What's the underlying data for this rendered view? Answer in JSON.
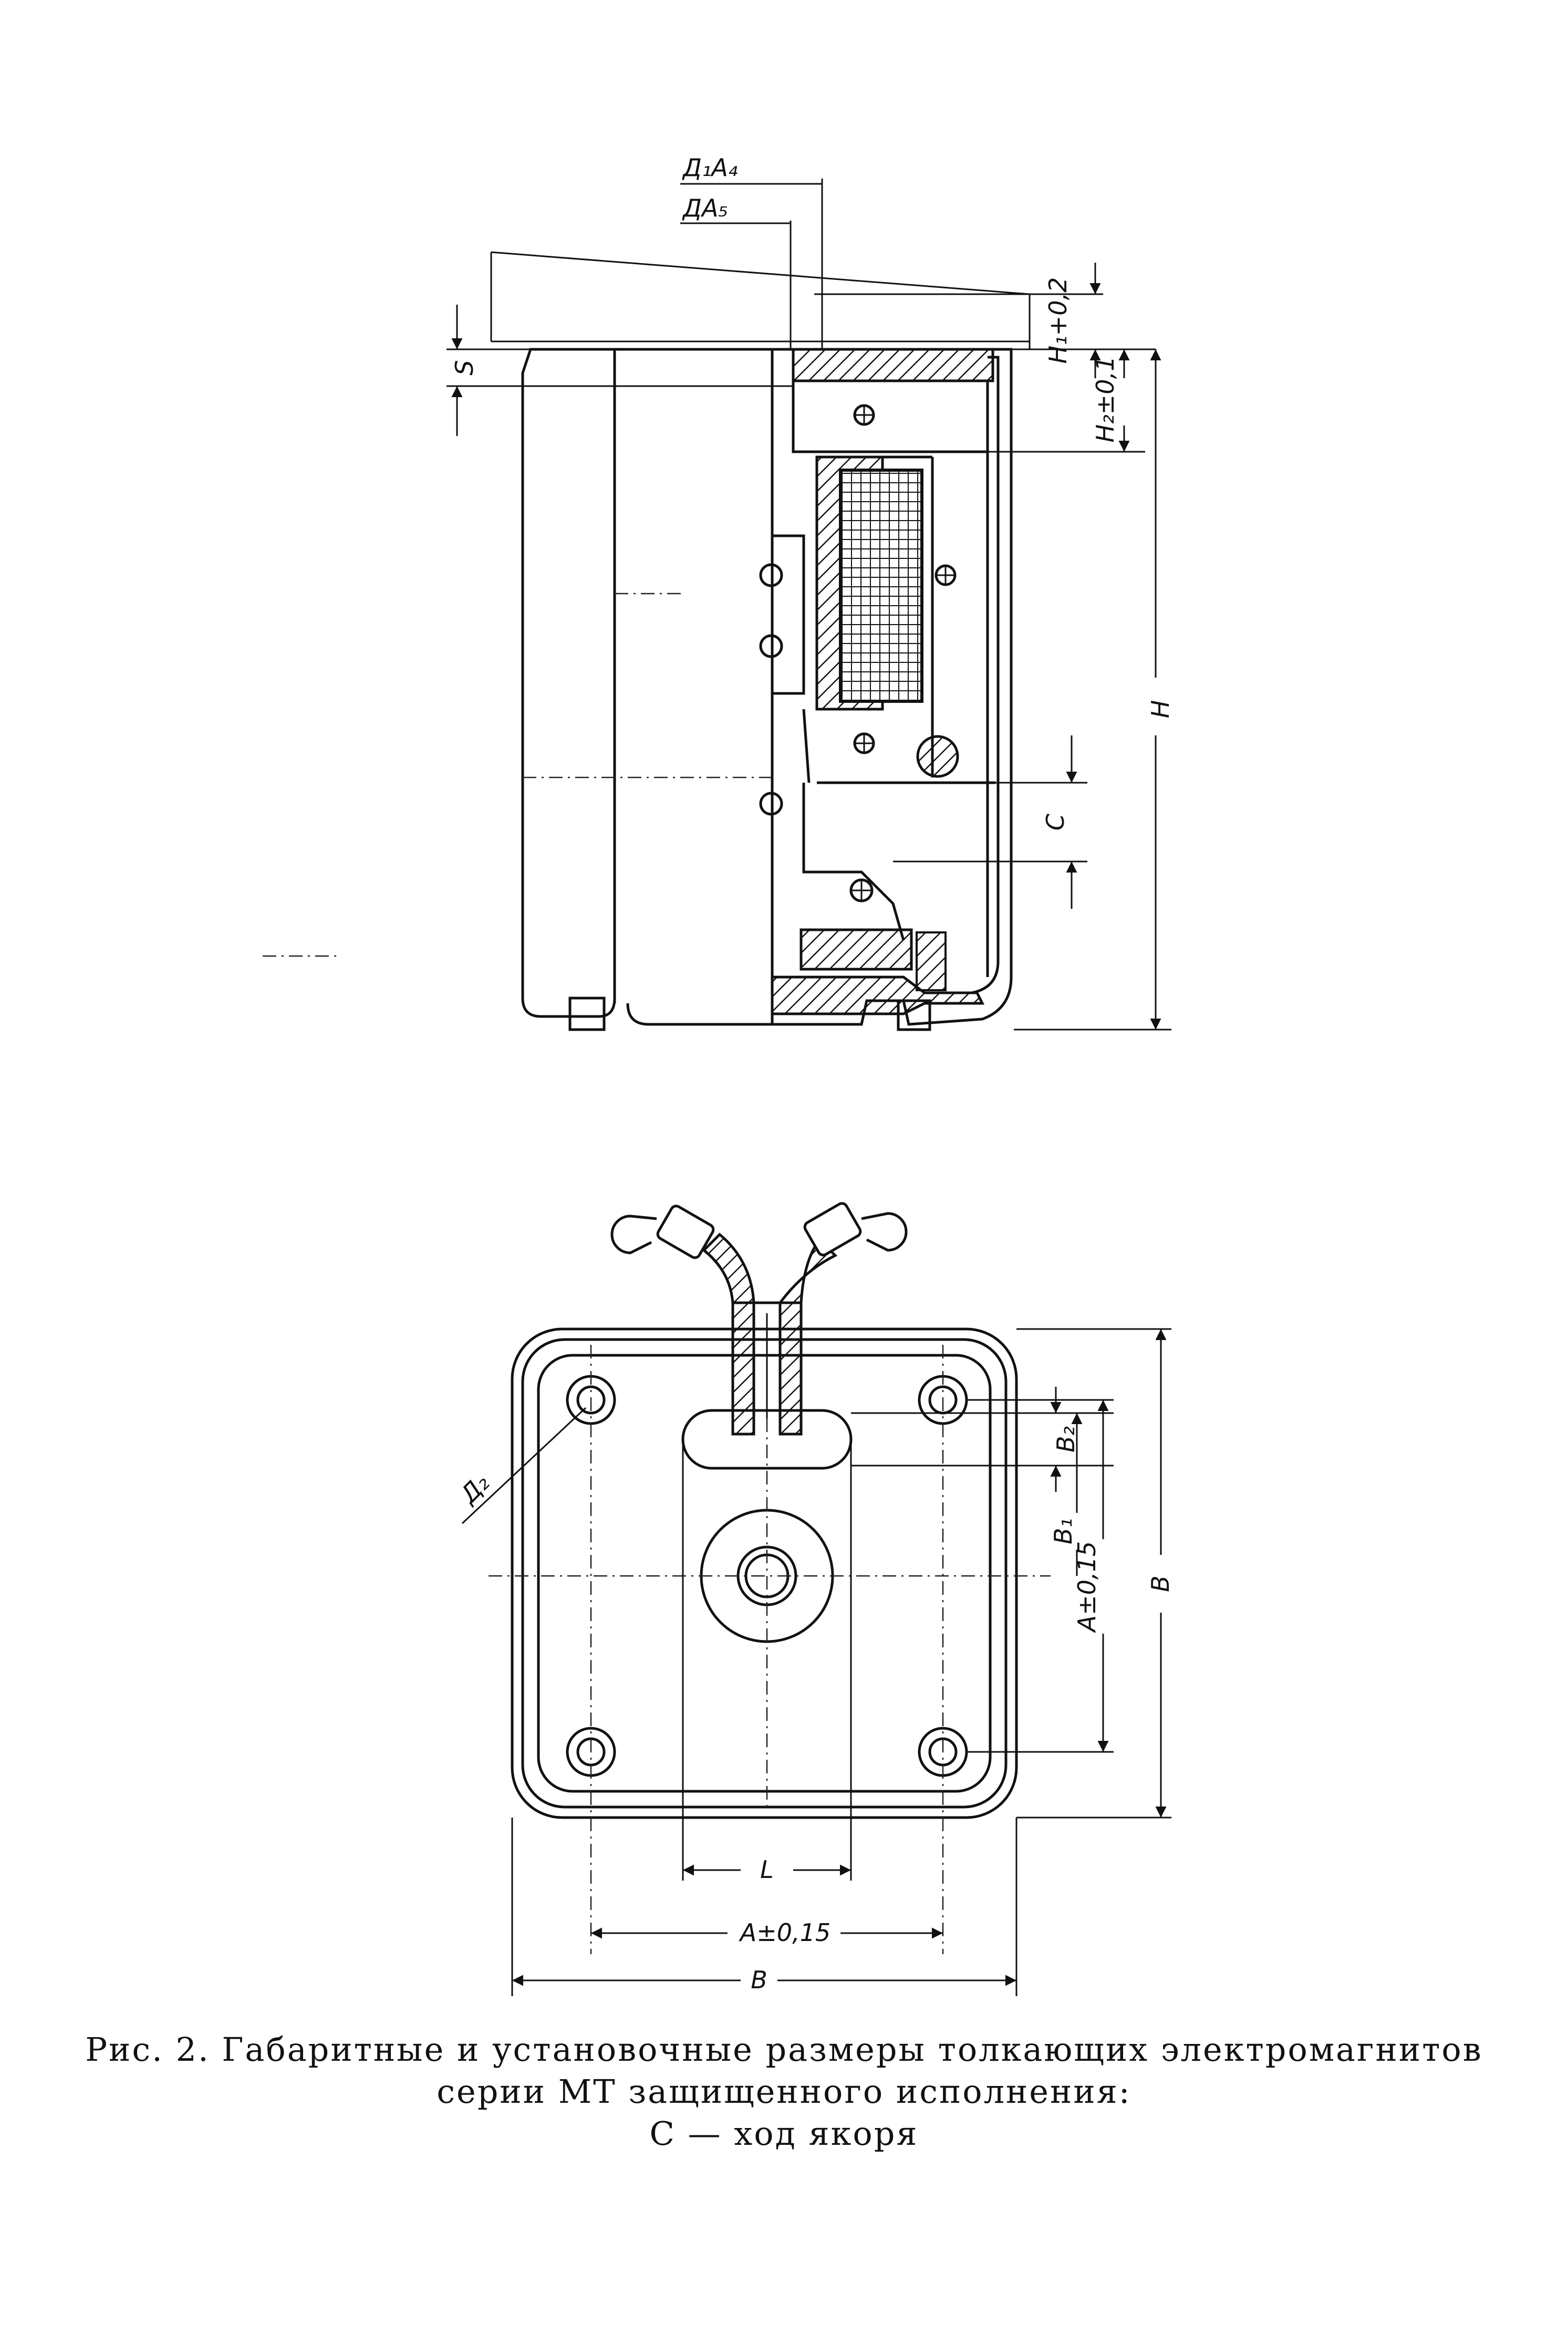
{
  "figure": {
    "caption_line1": "Рис. 2. Габаритные и установочные размеры толкающих электромагнитов",
    "caption_line2": "серии МТ защищенного исполнения:",
    "caption_line3": "С — ход якоря"
  },
  "side_view": {
    "labels": {
      "d1a4": "Д₁А₄",
      "da5": "ДА₅",
      "h1": "H₁+0,2",
      "s": "S",
      "h2": "H₂±0,1",
      "h": "H",
      "c": "C"
    }
  },
  "bottom_view": {
    "labels": {
      "d2": "Д₂",
      "b2": "B₂",
      "b1": "B₁",
      "a_vertical": "A±0,15",
      "b_vertical": "B",
      "l": "L",
      "a_horizontal": "A±0,15",
      "b_horizontal": "B"
    }
  }
}
